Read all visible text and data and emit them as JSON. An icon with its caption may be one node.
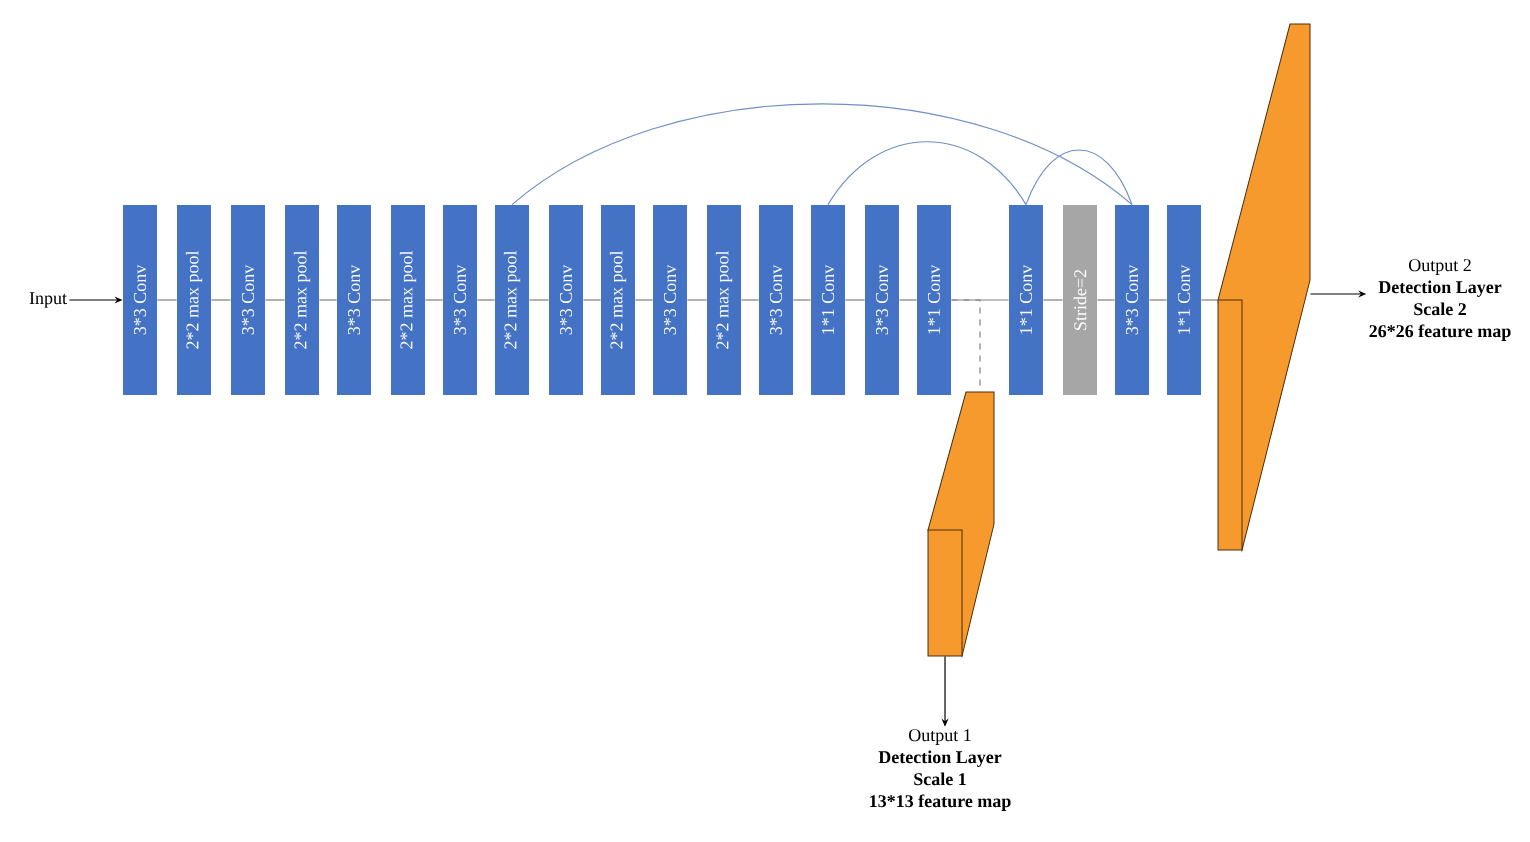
{
  "diagram": {
    "nodes": [
      {
        "text": [
          "Input"
        ]
      },
      {
        "text": [
          "3*3 Conv"
        ]
      },
      {
        "text": [
          "2*2 max pool"
        ]
      },
      {
        "text": [
          "3*3 Conv"
        ]
      },
      {
        "text": [
          "2*2 max pool"
        ]
      },
      {
        "text": [
          "3*3 Conv"
        ]
      },
      {
        "text": [
          "2*2 max pool"
        ]
      },
      {
        "text": [
          "3*3 Conv"
        ]
      },
      {
        "text": [
          "2*2 max pool"
        ]
      },
      {
        "text": [
          "3*3 Conv"
        ]
      },
      {
        "text": [
          "2*2 max pool"
        ]
      },
      {
        "text": [
          "3*3 Conv"
        ]
      },
      {
        "text": [
          "2*2 max pool"
        ]
      },
      {
        "text": [
          "3*3 Conv"
        ]
      },
      {
        "text": [
          "1*1 Conv"
        ]
      },
      {
        "text": [
          "3*3 Conv"
        ]
      },
      {
        "text": [
          "1*1 Conv"
        ]
      },
      {
        "text": [
          "1*1 Conv"
        ]
      },
      {
        "text": [
          "Stride=2"
        ]
      },
      {
        "text": [
          "3*3 Conv"
        ]
      },
      {
        "text": [
          "1*1 Conv"
        ]
      },
      {
        "text": [],
        "shape": "box"
      },
      {
        "text": [
          "Output 1",
          "Detection Layer",
          "Scale 1",
          "13*13 feature map"
        ]
      },
      {
        "text": [],
        "shape": "box"
      },
      {
        "text": [
          "Output 2",
          "Detection Layer",
          "Scale 2",
          "26*26 feature map"
        ]
      }
    ],
    "edges": [
      {
        "from": 0,
        "to": 1,
        "arrow": "to",
        "color": "#000000"
      },
      {
        "from": 1,
        "to": 2,
        "arrow": "none"
      },
      {
        "from": 2,
        "to": 3,
        "arrow": "none"
      },
      {
        "from": 3,
        "to": 4,
        "arrow": "none"
      },
      {
        "from": 4,
        "to": 5,
        "arrow": "none"
      },
      {
        "from": 5,
        "to": 6,
        "arrow": "none"
      },
      {
        "from": 6,
        "to": 7,
        "arrow": "none"
      },
      {
        "from": 7,
        "to": 8,
        "arrow": "none"
      },
      {
        "from": 8,
        "to": 9,
        "arrow": "none"
      },
      {
        "from": 9,
        "to": 10,
        "arrow": "none"
      },
      {
        "from": 10,
        "to": 11,
        "arrow": "none"
      },
      {
        "from": 11,
        "to": 12,
        "arrow": "none"
      },
      {
        "from": 12,
        "to": 13,
        "arrow": "none"
      },
      {
        "from": 13,
        "to": 14,
        "arrow": "none"
      },
      {
        "from": 14,
        "to": 15,
        "arrow": "none"
      },
      {
        "from": 15,
        "to": 16,
        "arrow": "none"
      },
      {
        "from": 16,
        "to": 17,
        "arrow": "none"
      },
      {
        "from": 16,
        "to": 21,
        "arrow": "none",
        "style": "dashed"
      },
      {
        "from": 17,
        "to": 18,
        "arrow": "none"
      },
      {
        "from": 18,
        "to": 19,
        "arrow": "none"
      },
      {
        "from": 19,
        "to": 20,
        "arrow": "none"
      },
      {
        "from": 20,
        "to": 23,
        "arrow": "none"
      },
      {
        "from": 21,
        "to": 22,
        "arrow": "to",
        "color": "#000000"
      },
      {
        "from": 23,
        "to": 24,
        "arrow": "to",
        "color": "#000000"
      },
      {
        "from": 8,
        "to": 19,
        "arrow": "none",
        "color": "#6f8fc8"
      },
      {
        "from": 14,
        "to": 17,
        "arrow": "none",
        "color": "#6f8fc8"
      },
      {
        "from": 17,
        "to": 19,
        "arrow": "none",
        "color": "#6f8fc8"
      }
    ]
  }
}
